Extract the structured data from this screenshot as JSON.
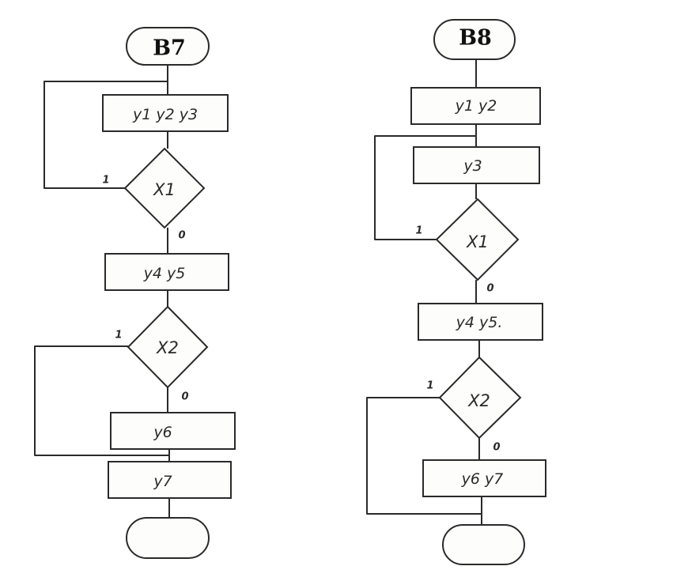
{
  "flowcharts": {
    "b7": {
      "title": "B7",
      "op1": "y1 y2 y3",
      "cond1": "X1",
      "cond1_yes": "1",
      "cond1_no": "0",
      "op2": "y4 y5",
      "cond2": "X2",
      "cond2_yes": "1",
      "cond2_no": "0",
      "op3": "y6",
      "op4": "y7",
      "end": ""
    },
    "b8": {
      "title": "B8",
      "op1": "y1 y2",
      "op2": "y3",
      "cond1": "X1",
      "cond1_yes": "1",
      "cond1_no": "0",
      "op3": "y4 y5.",
      "cond2": "X2",
      "cond2_yes": "1",
      "cond2_no": "0",
      "op4": "y6 y7",
      "end": ""
    }
  }
}
